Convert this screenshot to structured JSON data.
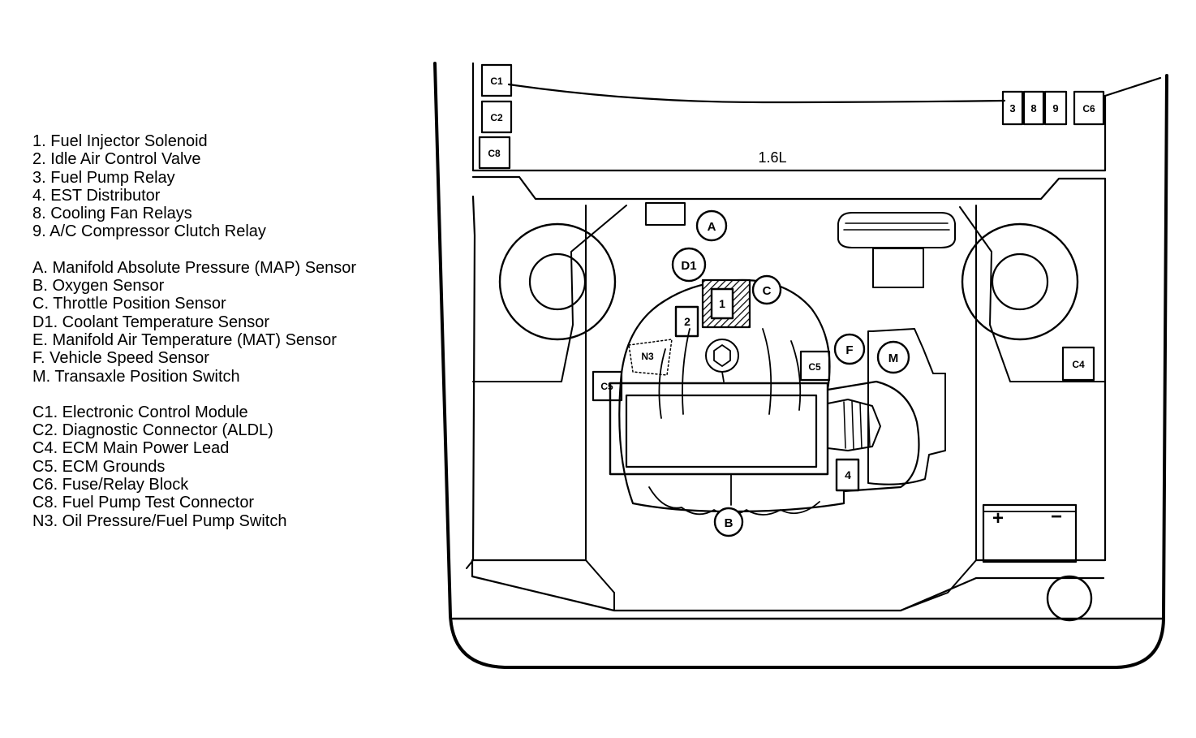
{
  "legend": {
    "groups": [
      [
        "1. Fuel Injector Solenoid",
        "2. Idle Air Control Valve",
        "3. Fuel Pump Relay",
        "4. EST Distributor",
        "8. Cooling Fan Relays",
        "9. A/C Compressor Clutch Relay"
      ],
      [
        "A. Manifold Absolute Pressure (MAP) Sensor",
        "B. Oxygen Sensor",
        "C. Throttle Position Sensor",
        "D1. Coolant Temperature Sensor",
        "E. Manifold Air Temperature (MAT) Sensor",
        "F. Vehicle Speed Sensor",
        "M. Transaxle Position Switch"
      ],
      [
        "C1. Electronic Control Module",
        "C2. Diagnostic Connector (ALDL)",
        "C4. ECM Main Power Lead",
        "C5. ECM Grounds",
        "C6. Fuse/Relay Block",
        "C8. Fuel Pump Test Connector",
        "N3. Oil Pressure/Fuel Pump Switch"
      ]
    ]
  },
  "diagram": {
    "engine_label": "1.6L",
    "tags": {
      "c1": "C1",
      "c2": "C2",
      "c8": "C8",
      "r3": "3",
      "r8": "8",
      "r9": "9",
      "c6": "C6",
      "c4": "C4",
      "c5_left": "C5",
      "c5_right": "C5",
      "n3": "N3",
      "n1": "1",
      "n2": "2",
      "n4": "4",
      "a": "A",
      "b": "B",
      "c": "C",
      "d1": "D1",
      "f": "F",
      "m": "M"
    },
    "battery": {
      "plus": "+",
      "minus": "−"
    }
  }
}
